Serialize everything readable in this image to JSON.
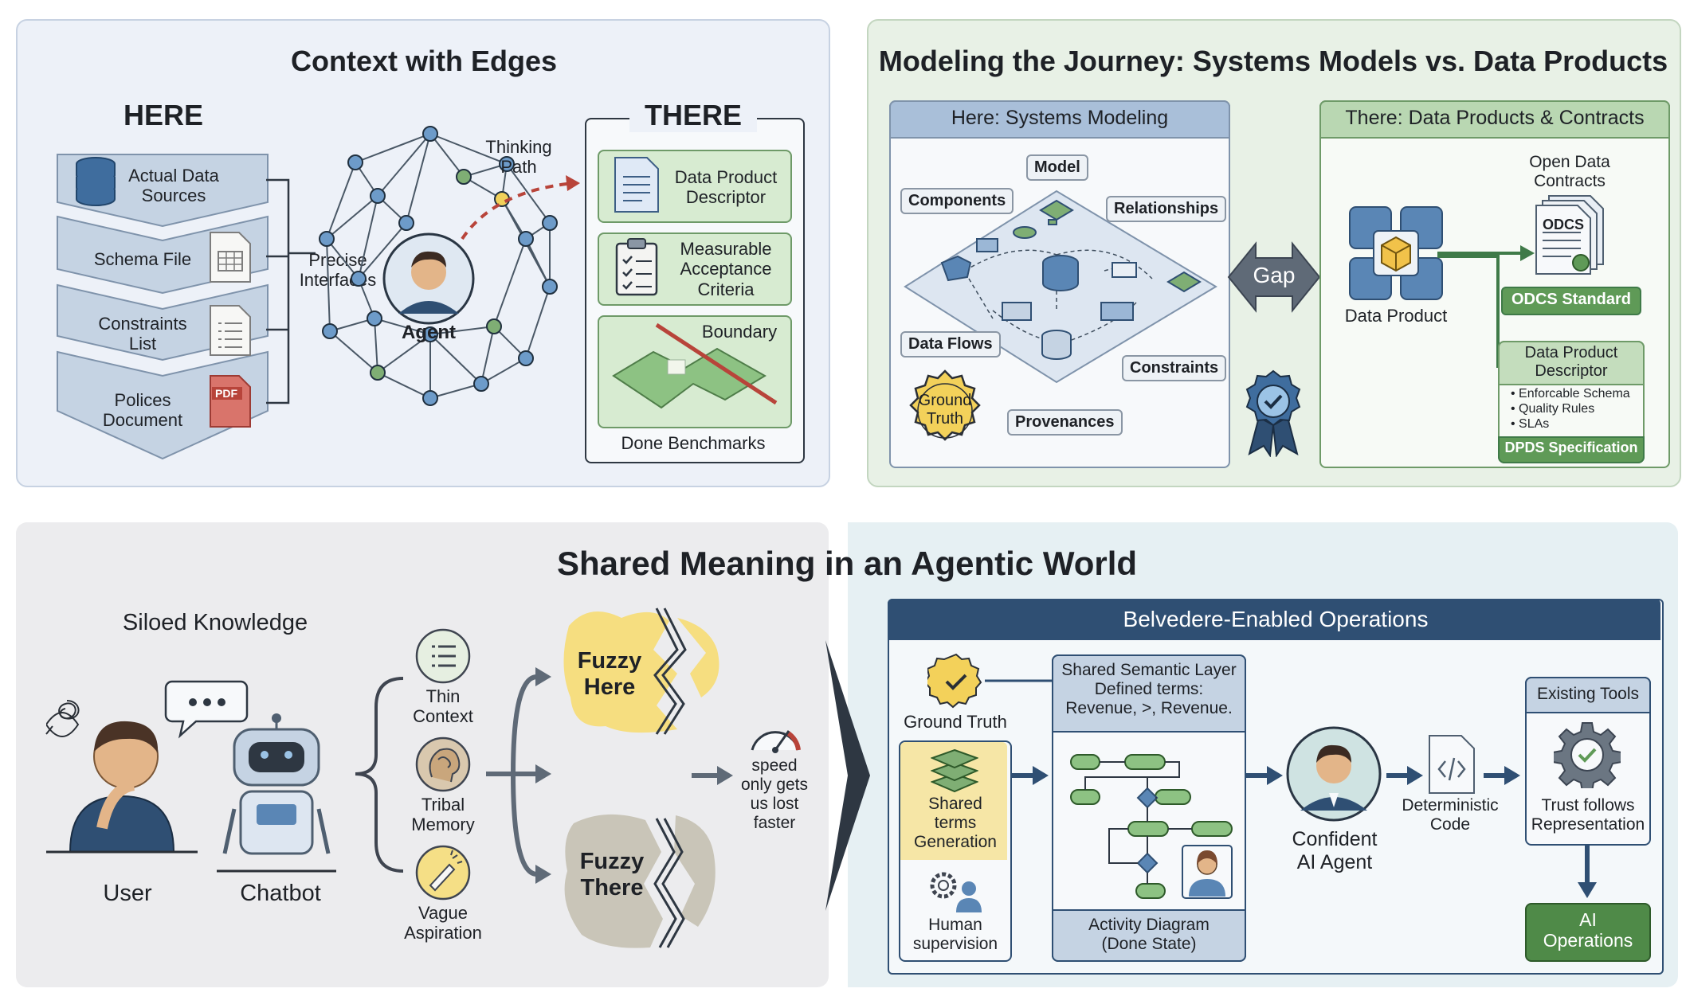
{
  "colors": {
    "green": "#5f9a57",
    "navy": "#2f4f73",
    "red": "#b8443a",
    "yellow": "#f3dd78"
  },
  "context": {
    "title": "Context with Edges",
    "here": "HERE",
    "there": "THERE",
    "sources": [
      {
        "label": "Actual Data\nSources",
        "icon": "database-icon"
      },
      {
        "label": "Schema File",
        "icon": "table-file-icon"
      },
      {
        "label": "Constraints\nList",
        "icon": "list-file-icon"
      },
      {
        "label": "Polices\nDocument",
        "icon": "pdf-file-icon",
        "badge": "PDF"
      }
    ],
    "precise_interfaces": "Precise\nInterfaces",
    "agent": "Agent",
    "thinking_path": "Thinking\nPath",
    "there_items": [
      "Data Product\nDescriptor",
      "Measurable\nAcceptance\nCriteria"
    ],
    "boundary": "Boundary",
    "done_benchmarks": "Done Benchmarks"
  },
  "modeling": {
    "title": "Modeling the Journey: Systems Models vs. Data Products",
    "here_header": "Here: Systems Modeling",
    "there_header": "There: Data Products & Contracts",
    "tags": {
      "model": "Model",
      "components": "Components",
      "relationships": "Relationships",
      "data_flows": "Data Flows",
      "constraints": "Constraints",
      "provenances": "Provenances"
    },
    "ground_truth": "Ground\nTruth",
    "gap": "Gap",
    "data_product": "Data Product",
    "open_contracts": "Open Data\nContracts",
    "odcs": "ODCS",
    "odcs_standard": "ODCS Standard",
    "dpd_title": "Data Product\nDescriptor",
    "dpd_bullets": [
      "• Enforcable Schema",
      "• Quality Rules",
      "• SLAs"
    ],
    "dpds": "DPDS Specification"
  },
  "shared": {
    "title": "Shared Meaning in an Agentic World",
    "siloed": "Siloed Knowledge",
    "user": "User",
    "chatbot": "Chatbot",
    "items": [
      "Thin\nContext",
      "Tribal\nMemory",
      "Vague\nAspiration"
    ],
    "fuzzy_here": "Fuzzy\nHere",
    "fuzzy_there": "Fuzzy\nThere",
    "speed": "speed\nonly gets\nus lost\nfaster",
    "belvedere": "Belvedere-Enabled Operations",
    "ground_truth": "Ground Truth",
    "shared_terms": "Shared\nterms\nGeneration",
    "human": "Human\nsupervision",
    "semantic_layer": "Shared Semantic Layer\nDefined terms:\nRevenue, >, Revenue.",
    "activity": "Activity Diagram\n(Done State)",
    "confident": "Confident\nAI Agent",
    "deterministic": "Deterministic\nCode",
    "existing": "Existing Tools",
    "trust": "Trust follows\nRepresentation",
    "ai_ops": "AI\nOperations"
  }
}
